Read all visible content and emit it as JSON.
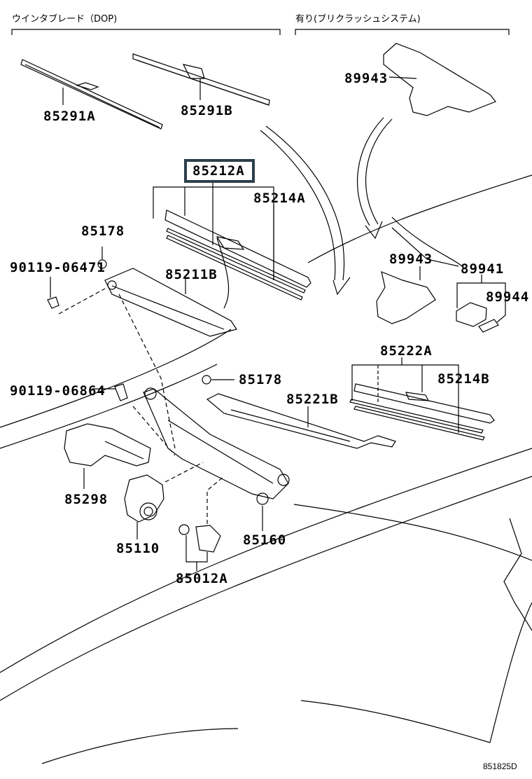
{
  "diagram": {
    "type": "parts-exploded-view",
    "sections": [
      {
        "title": "ウインタブレード（DOP)"
      },
      {
        "title": "有り(ブリクラッシュシステム)"
      }
    ],
    "highlighted_part": "85212A",
    "highlight_color": "#2e3f4a",
    "parts": [
      {
        "id": "85291A"
      },
      {
        "id": "85291B"
      },
      {
        "id": "89943"
      },
      {
        "id": "85212A"
      },
      {
        "id": "85214A"
      },
      {
        "id": "85178"
      },
      {
        "id": "90119-06471"
      },
      {
        "id": "85211B"
      },
      {
        "id": "89943"
      },
      {
        "id": "89941"
      },
      {
        "id": "89944"
      },
      {
        "id": "85222A"
      },
      {
        "id": "85214B"
      },
      {
        "id": "90119-06864"
      },
      {
        "id": "85178"
      },
      {
        "id": "85221B"
      },
      {
        "id": "85298"
      },
      {
        "id": "85110"
      },
      {
        "id": "85160"
      },
      {
        "id": "85012A"
      }
    ],
    "diagram_code": "851825D"
  }
}
